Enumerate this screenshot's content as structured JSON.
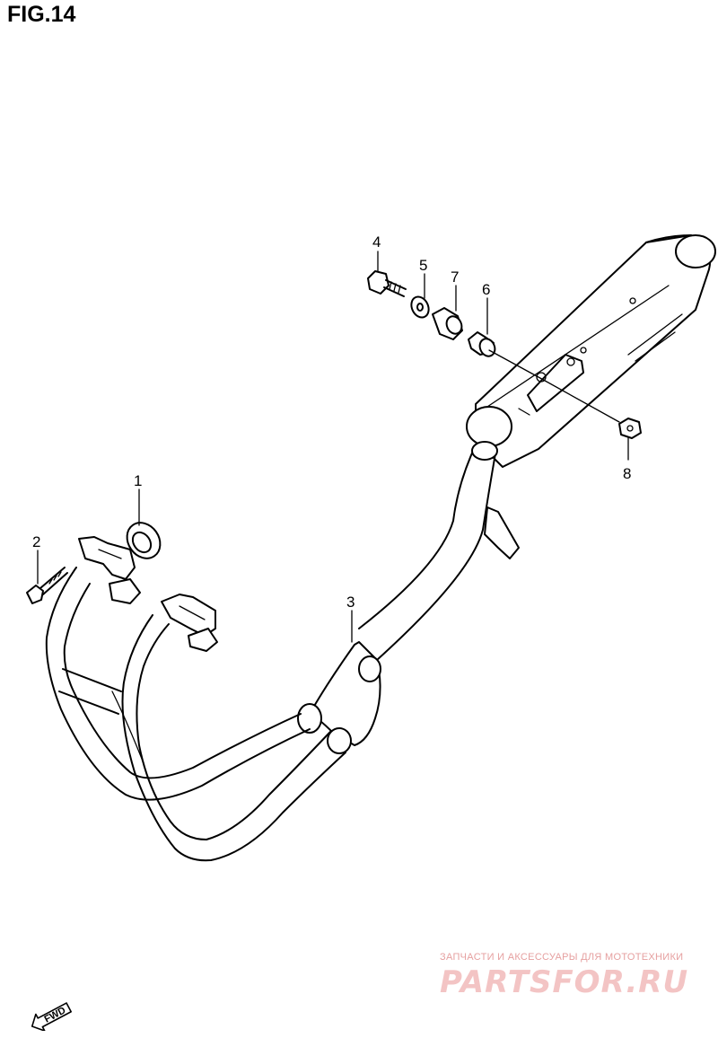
{
  "figure": {
    "title": "FIG.14"
  },
  "callouts": [
    {
      "id": "1",
      "label": "1"
    },
    {
      "id": "2",
      "label": "2"
    },
    {
      "id": "3",
      "label": "3"
    },
    {
      "id": "4",
      "label": "4"
    },
    {
      "id": "5",
      "label": "5"
    },
    {
      "id": "6",
      "label": "6"
    },
    {
      "id": "7",
      "label": "7"
    },
    {
      "id": "8",
      "label": "8"
    }
  ],
  "watermark": {
    "caption": "ЗАПЧАСТИ И АКСЕССУАРЫ ДЛЯ МОТОТЕХНИКИ",
    "logo": "PARTSFOR.RU",
    "color": "#f3c4c4"
  },
  "direction_badge": {
    "label": "FWD",
    "icon": "forward-arrow-icon"
  }
}
